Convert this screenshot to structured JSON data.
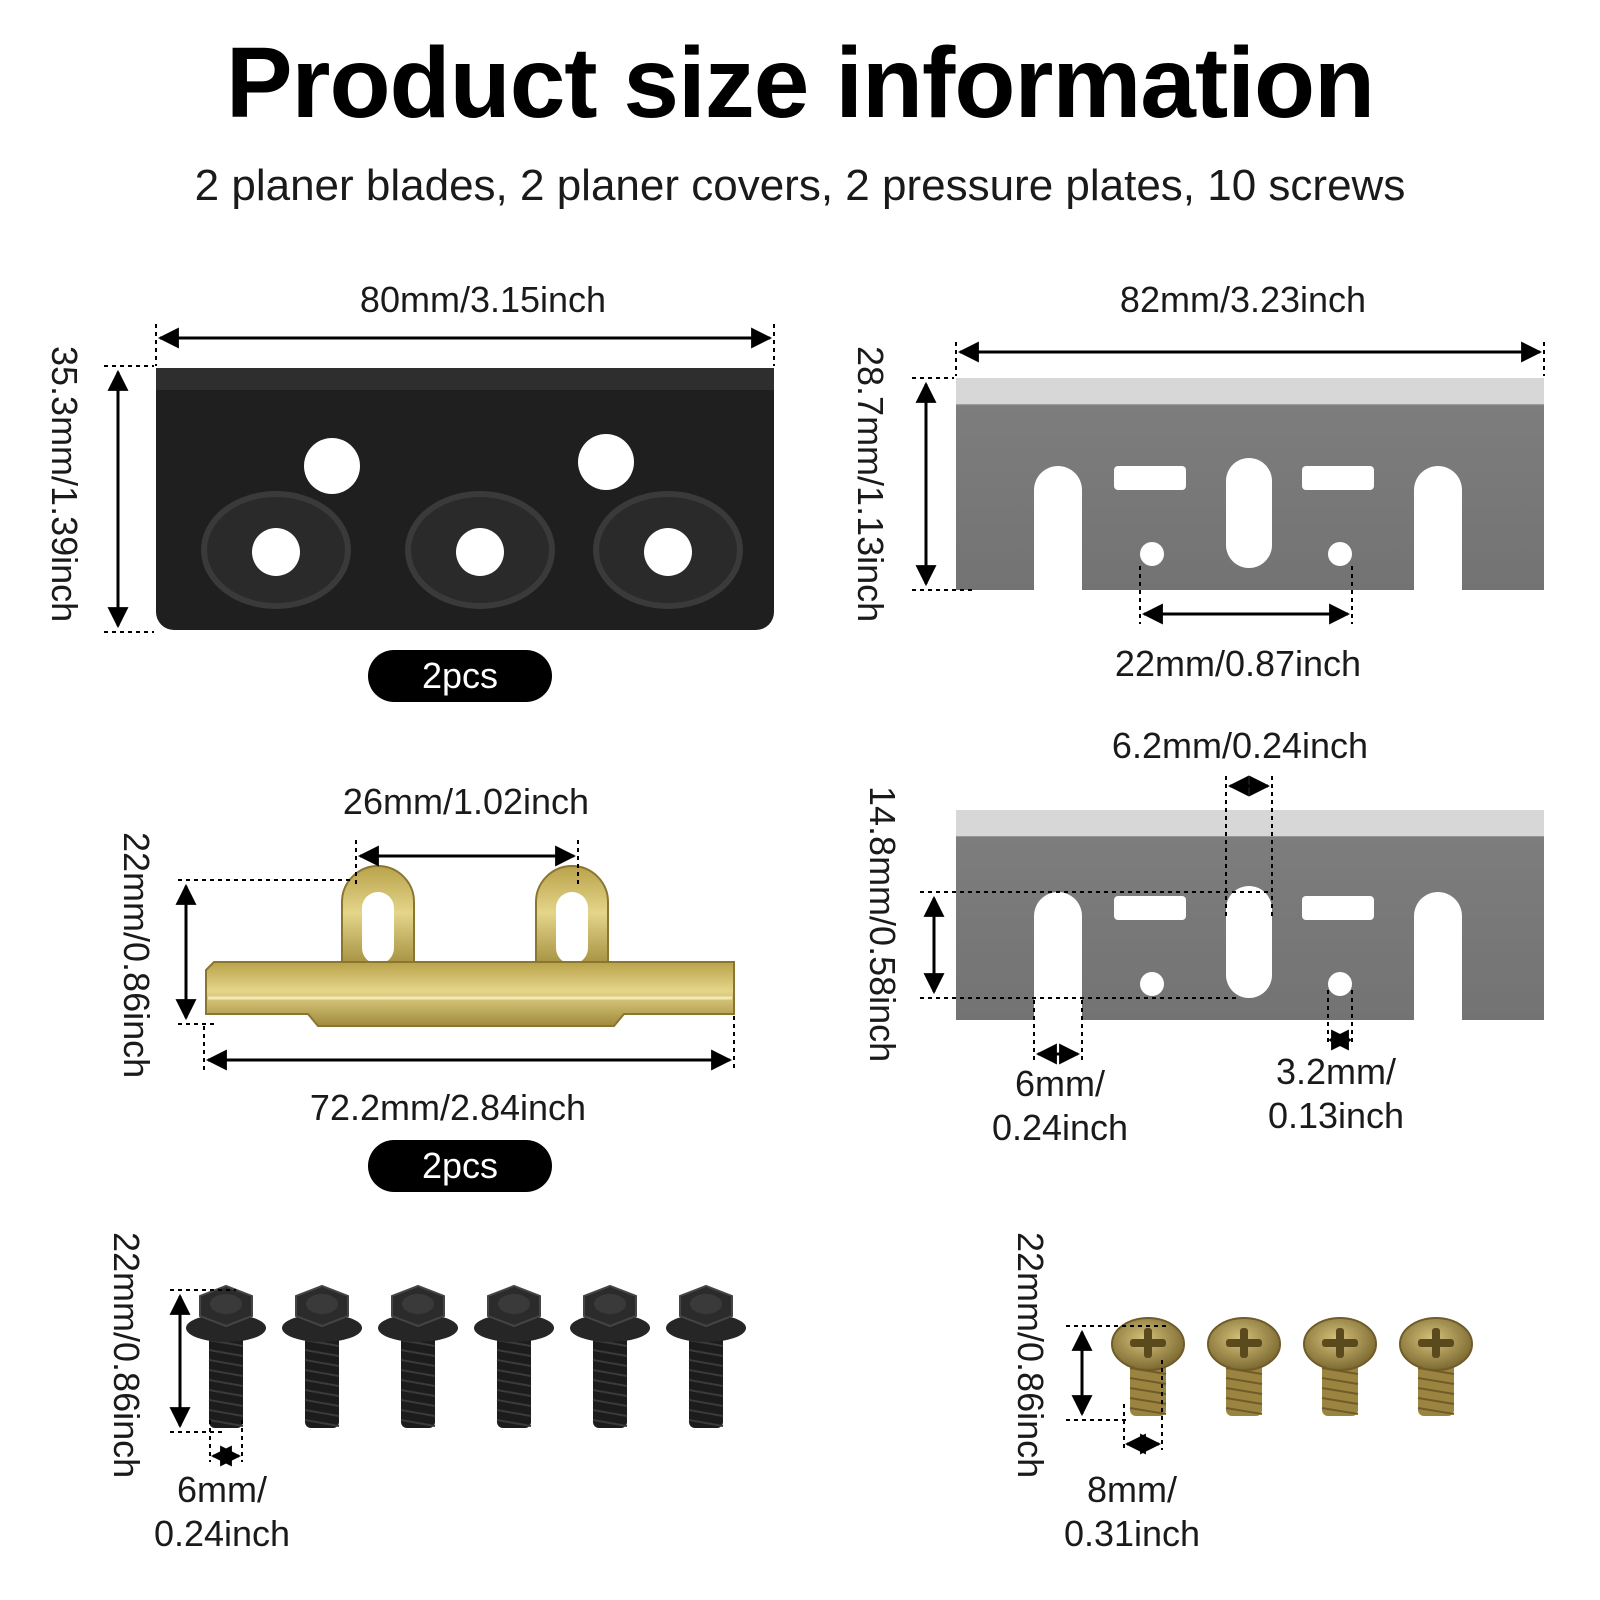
{
  "header": {
    "title": "Product size information",
    "subtitle": "2 planer blades, 2 planer covers, 2 pressure plates, 10 screws"
  },
  "cover": {
    "width_label": "80mm/3.15inch",
    "height_label": "35.3mm/1.39inch",
    "qty_label": "2pcs",
    "color": "#1f1f1f"
  },
  "blade_top": {
    "width_label": "82mm/3.23inch",
    "height_label": "28.7mm/1.13inch",
    "hole_spacing_label": "22mm/0.87inch",
    "color": "#7a7a7a"
  },
  "pressure_plate": {
    "slot_spacing_label": "26mm/1.02inch",
    "height_label": "22mm/0.86inch",
    "length_label": "72.2mm/2.84inch",
    "qty_label": "2pcs",
    "color": "#c8b24a"
  },
  "blade_detail": {
    "center_slot_label": "6.2mm/0.24inch",
    "slot_height_label": "14.8mm/0.58inch",
    "side_slot_label_1": "6mm/",
    "side_slot_label_2": "0.24inch",
    "hole_label_1": "3.2mm/",
    "hole_label_2": "0.13inch"
  },
  "hex_screws": {
    "count": 6,
    "height_label": "22mm/0.86inch",
    "diameter_label_1": "6mm/",
    "diameter_label_2": "0.24inch",
    "color": "#1c1c1c"
  },
  "phillips_screws": {
    "count": 4,
    "height_label": "22mm/0.86inch",
    "diameter_label_1": "8mm/",
    "diameter_label_2": "0.31inch",
    "color": "#a08a4a"
  }
}
